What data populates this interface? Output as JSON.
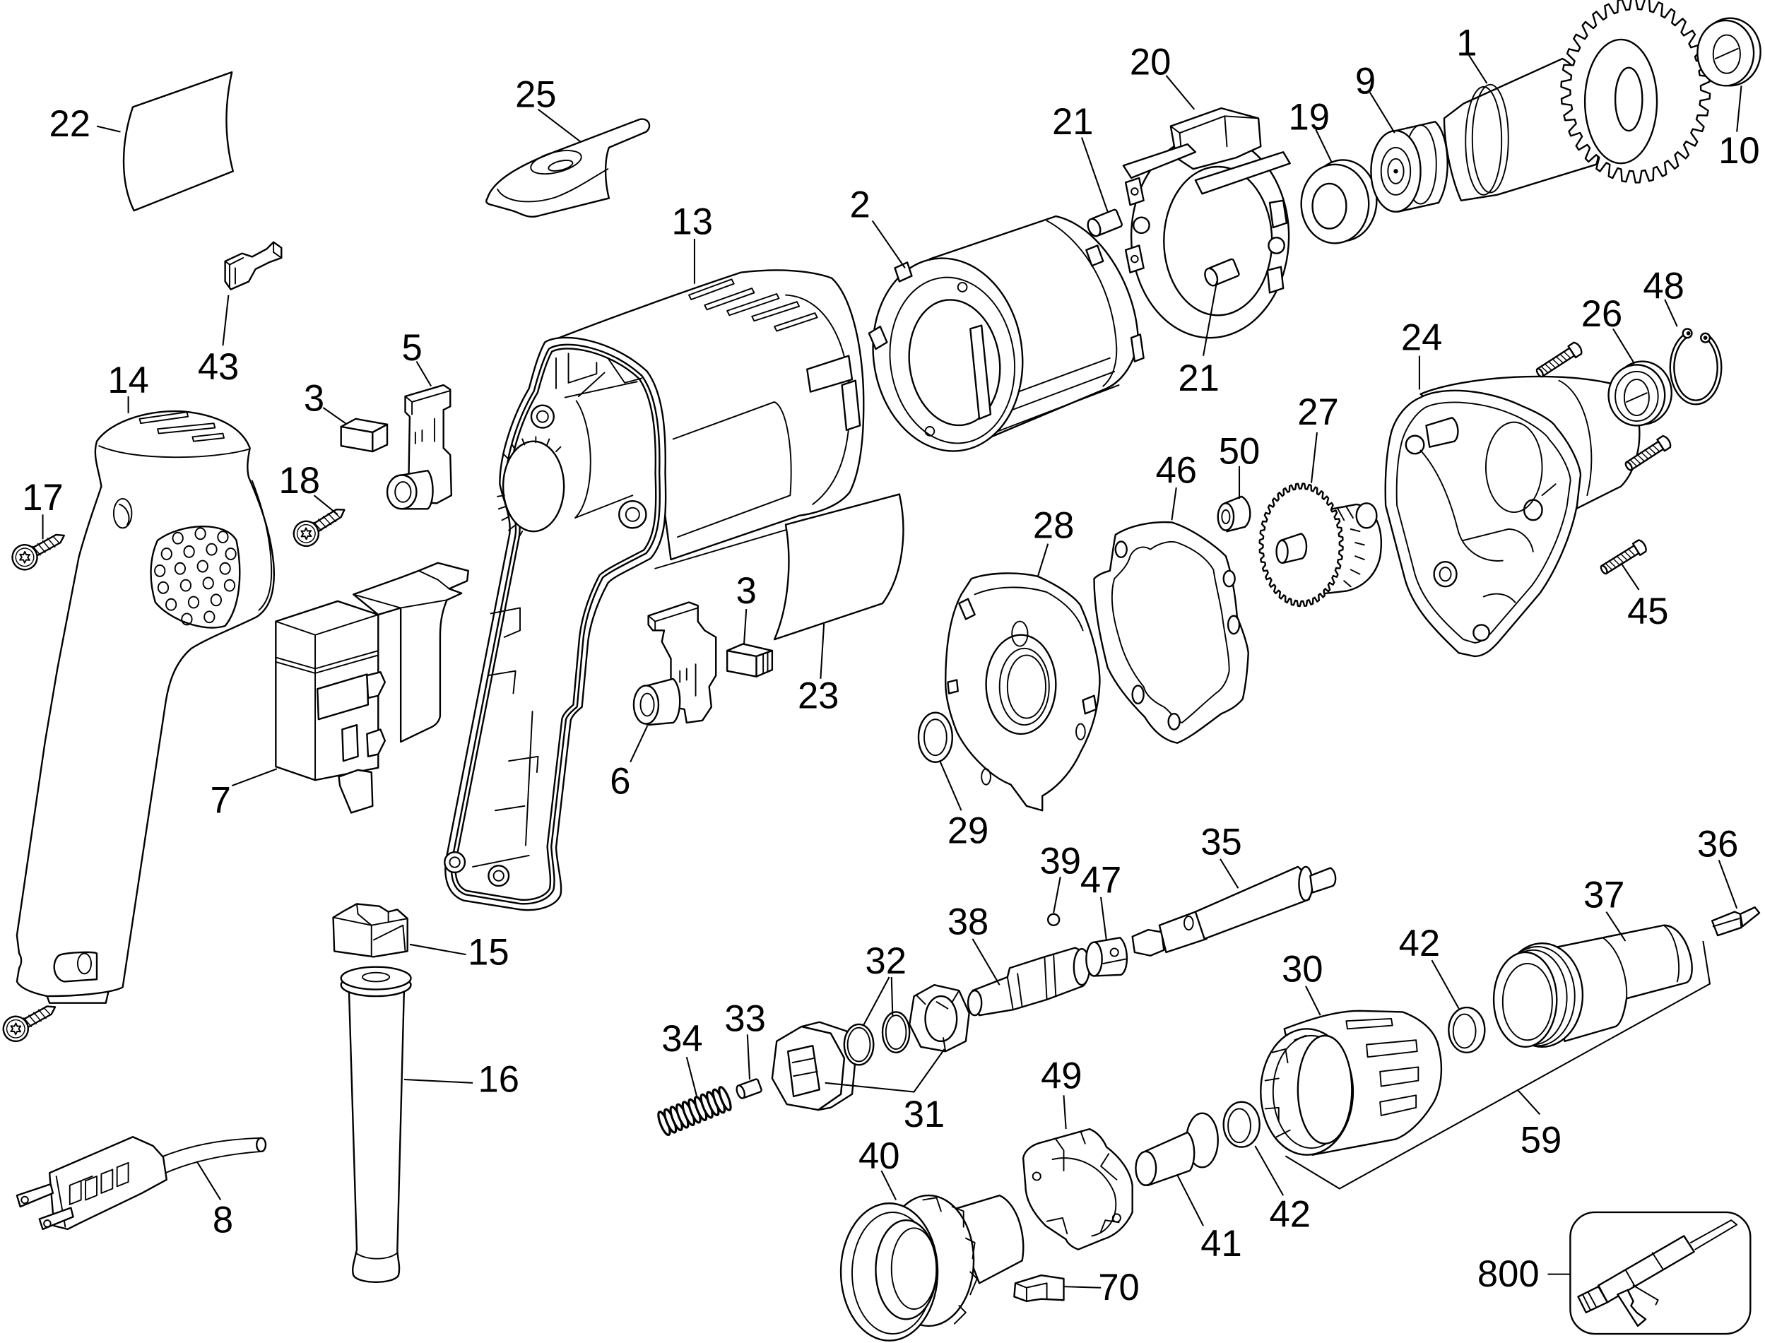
{
  "diagram": {
    "background": "#ffffff",
    "line_color": "#000000",
    "callouts": [
      {
        "label": "22"
      },
      {
        "label": "25"
      },
      {
        "label": "43"
      },
      {
        "label": "14"
      },
      {
        "label": "3"
      },
      {
        "label": "5"
      },
      {
        "label": "17"
      },
      {
        "label": "18"
      },
      {
        "label": "7"
      },
      {
        "label": "13"
      },
      {
        "label": "2"
      },
      {
        "label": "21"
      },
      {
        "label": "20"
      },
      {
        "label": "19"
      },
      {
        "label": "9"
      },
      {
        "label": "1"
      },
      {
        "label": "10"
      },
      {
        "label": "21"
      },
      {
        "label": "48"
      },
      {
        "label": "26"
      },
      {
        "label": "24"
      },
      {
        "label": "27"
      },
      {
        "label": "50"
      },
      {
        "label": "46"
      },
      {
        "label": "28"
      },
      {
        "label": "45"
      },
      {
        "label": "3"
      },
      {
        "label": "23"
      },
      {
        "label": "6"
      },
      {
        "label": "29"
      },
      {
        "label": "35"
      },
      {
        "label": "39"
      },
      {
        "label": "47"
      },
      {
        "label": "38"
      },
      {
        "label": "36"
      },
      {
        "label": "37"
      },
      {
        "label": "15"
      },
      {
        "label": "32"
      },
      {
        "label": "30"
      },
      {
        "label": "42"
      },
      {
        "label": "33"
      },
      {
        "label": "34"
      },
      {
        "label": "16"
      },
      {
        "label": "31"
      },
      {
        "label": "49"
      },
      {
        "label": "59"
      },
      {
        "label": "40"
      },
      {
        "label": "8"
      },
      {
        "label": "42"
      },
      {
        "label": "41"
      },
      {
        "label": "70"
      },
      {
        "label": "800"
      }
    ]
  }
}
